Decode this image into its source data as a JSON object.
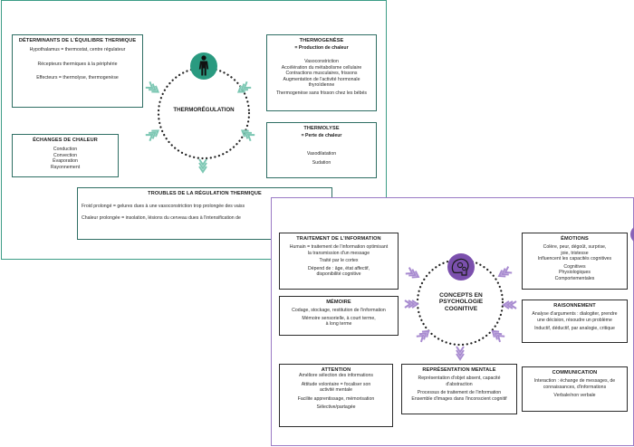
{
  "thermo": {
    "center": "THERMORÉGULATION",
    "determinants": {
      "title": "DÉTERMINANTS DE L'ÉQUILIBRE THERMIQUE",
      "lines": [
        "Hypothalamus = thermostat, centre régulateur",
        "Récepteurs thermiques à la périphérie",
        "Effecteurs = thermolyse, thermogenèse"
      ]
    },
    "thermogenese": {
      "title": "THERMOGENÈSE",
      "subtitle": "= Production de chaleur",
      "lines": [
        "Vasoconstriction",
        "Accélération du métabolisme cellulaire",
        "Contractions musculaires, frissons",
        "Augmentation de l'activité hormonale",
        "thyroïdienne",
        "Thermogenèse sans frisson chez les bébés"
      ]
    },
    "echanges": {
      "title": "ÉCHANGES DE CHALEUR",
      "lines": [
        "Conduction",
        "Convection",
        "Évaporation",
        "Rayonnement"
      ]
    },
    "thermolyse": {
      "title": "THERMOLYSE",
      "subtitle": "= Perte de chaleur",
      "lines": [
        "Vasodilatation",
        "Sudation"
      ]
    },
    "troubles": {
      "title": "TROUBLES DE LA RÉGULATION THERMIQUE",
      "lines": [
        "Froid prolongé = gelures dues à une vasoconstriction trop prolongée des vaiss",
        "Chaleur prolongée = insolation, lésions du cerveau dues à l'intensification de"
      ]
    }
  },
  "psycho": {
    "center": [
      "CONCEPTS EN",
      "PSYCHOLOGIE",
      "COGNITIVE"
    ],
    "traitement": {
      "title": "TRAITEMENT DE L'INFORMATION",
      "lines": [
        "Humain = traitement de l'information optimisant",
        "la transmission d'un message",
        "Traité par le cortex",
        "Dépend de : âge, état affectif,",
        "disponibilité cognitive"
      ]
    },
    "emotions": {
      "title": "ÉMOTIONS",
      "lines": [
        "Colère, peur, dégoût, surprise,",
        "joie, tristesse",
        "Influencent les capacités cognitives",
        "Cognitives",
        "Physiologiques",
        "Comportementales"
      ]
    },
    "memoire": {
      "title": "MÉMOIRE",
      "lines": [
        "Codage, stockage, restitution de l'information",
        "Mémoire sensorielle, à court terme,",
        "à long terme"
      ]
    },
    "raisonnement": {
      "title": "RAISONNEMENT",
      "lines": [
        "Analyse d'arguments : dialogiter, prendre",
        "une décision, résoudre un problème",
        "Inductif, déductif, par analogie, critique"
      ]
    },
    "attention": {
      "title": "ATTENTION",
      "lines": [
        "Améliore sélection des informations",
        "Attitude volontaire = focaliser son",
        "activité mentale",
        "Facilite apprentissage, mémorisation",
        "Sélective/partagée"
      ]
    },
    "representation": {
      "title": "REPRÉSENTATION MENTALE",
      "lines": [
        "Représentation d'objet absent, capacité",
        "d'abstraction",
        "Processus de traitement de l'information",
        "Ensemble d'images dans l'inconscient cognitif"
      ]
    },
    "communication": {
      "title": "COMMUNICATION",
      "lines": [
        "Interaction : échange de messages, de",
        "connaissances, d'informations",
        "Verbale/non verbale"
      ]
    }
  },
  "colors": {
    "green": "#2e8f7a",
    "teal_icon": "#2a9a80",
    "purple": "#8a63b8",
    "purple_icon": "#7b50ad"
  },
  "icons": [
    "person-icon",
    "brain-gears-icon"
  ]
}
